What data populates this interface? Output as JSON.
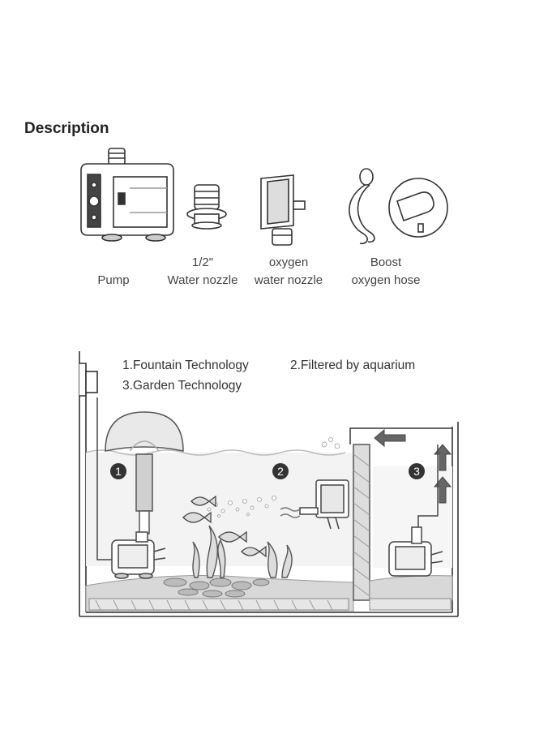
{
  "title": "Description",
  "parts": [
    {
      "line1": "",
      "line2": "Pump",
      "icon": "pump-icon"
    },
    {
      "line1": "1/2\"",
      "line2": "Water nozzle",
      "icon": "water-nozzle-icon"
    },
    {
      "line1": "oxygen",
      "line2": "water nozzle",
      "icon": "oxygen-nozzle-icon"
    },
    {
      "line1": "Boost",
      "line2": "oxygen hose",
      "icon": "oxygen-hose-icon"
    }
  ],
  "legend": {
    "item1": "1.Fountain Technology",
    "item2": "2.Filtered by aquarium",
    "item3": "3.Garden Technology"
  },
  "markers": [
    "1",
    "2",
    "3"
  ]
}
